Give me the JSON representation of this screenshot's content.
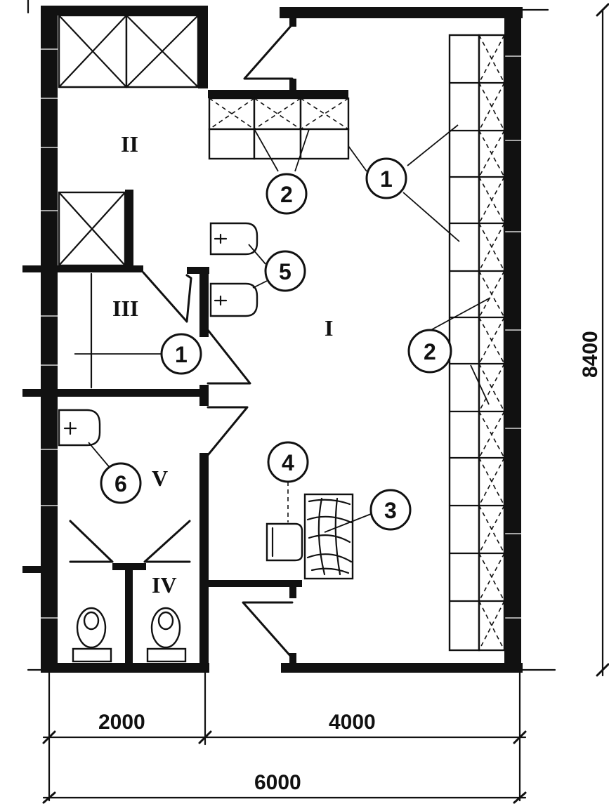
{
  "rooms": {
    "main": "I",
    "shower": "II",
    "drying": "III",
    "toilets": "IV",
    "washroom": "V"
  },
  "callouts": {
    "wardrobe_1_top": "1",
    "bench_2_top": "2",
    "wardrobe_1_right": "1",
    "sink_5": "5",
    "drying_1": "1",
    "bench_2_right": "2",
    "chair_4": "4",
    "table_3": "3",
    "sink_6": "6"
  },
  "dimensions": {
    "left_width": "2000",
    "right_width": "4000",
    "total_width": "6000",
    "height": "8400"
  }
}
